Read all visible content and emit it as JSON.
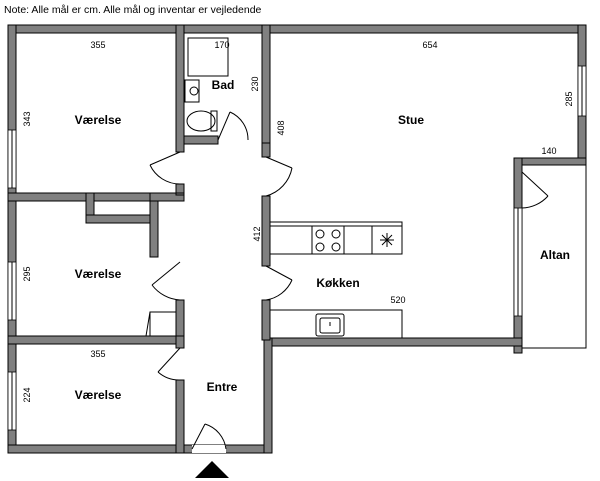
{
  "note": "Note: Alle mål er cm. Alle mål og inventar er vejledende",
  "rooms": {
    "vaerelse_1": "Værelse",
    "vaerelse_2": "Værelse",
    "vaerelse_3": "Værelse",
    "bad": "Bad",
    "stue": "Stue",
    "koekken": "Køkken",
    "altan": "Altan",
    "entre": "Entre"
  },
  "dimensions": {
    "vaerelse_1_width": "355",
    "vaerelse_1_height": "343",
    "vaerelse_2_height": "295",
    "vaerelse_3_width": "355",
    "vaerelse_3_height": "224",
    "bad_width": "170",
    "bad_height": "230",
    "stue_width": "654",
    "stue_height": "285",
    "stue_hall_side": "408",
    "stue_step": "140",
    "koekken_hall_side": "412",
    "koekken_width": "520"
  },
  "colors": {
    "wall": "#808080",
    "line": "#000000"
  },
  "icons": [
    "toilet-icon",
    "sink-icon",
    "stove-icon",
    "extractor-fan-icon",
    "kitchen-sink-icon",
    "entrance-arrow-icon"
  ]
}
